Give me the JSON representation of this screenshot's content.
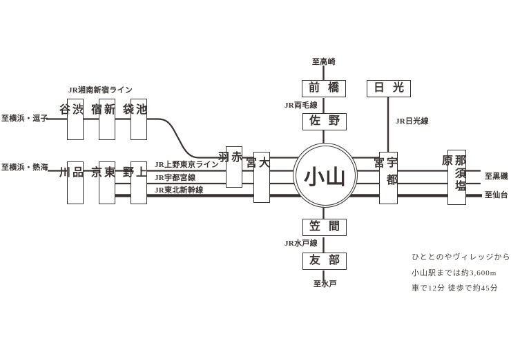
{
  "colors": {
    "ink": "#393231",
    "background": "#ffffff"
  },
  "line_labels": {
    "shonan_shinjuku": "JR湘南新宿ライン",
    "ueno_tokyo": "JR上野東京ライン",
    "utsunomiya_line": "JR宇都宮線",
    "tohoku_shinkansen": "JR東北新幹線",
    "ryomo": "JR両毛線",
    "nikko_line": "JR日光線",
    "mito_line": "JR水戸線"
  },
  "stations": {
    "shibuya": "渋谷",
    "shinjuku": "新宿",
    "ikebukuro": "池袋",
    "shinagawa": "品川",
    "tokyo": "東京",
    "ueno": "上野",
    "akabane": "赤羽",
    "omiya": "大宮",
    "oyama": "小山",
    "maebashi": "前橋",
    "sano": "佐野",
    "nikko": "日光",
    "utsunomiya": "宇都宮",
    "nasushiobara": "那須塩原",
    "kasama": "笠間",
    "tomobe": "友部"
  },
  "destinations": {
    "yokohama_zushi": "至横浜・逗子",
    "yokohama_atami": "至横浜・熱海",
    "takasaki": "至高崎",
    "kuroiso": "至黒磯",
    "sendai": "至仙台",
    "mito": "至水戸"
  },
  "info_note": {
    "line1": "ひととのやヴィレッジから",
    "line2": "小山駅までは約3,600m",
    "line3": "車で12分 徒歩で約45分"
  }
}
